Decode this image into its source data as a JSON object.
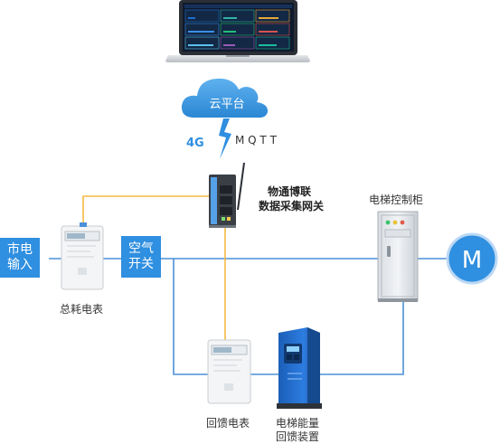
{
  "laptop": {
    "screen_title": "",
    "tiles_count": 9
  },
  "cloud": {
    "label": "云平台"
  },
  "link": {
    "network": "4G",
    "protocol": "M Q T T"
  },
  "gateway": {
    "line1": "物通博联",
    "line2": "数据采集网关"
  },
  "mains_box": {
    "line1": "市电",
    "line2": "输入"
  },
  "breaker_box": {
    "line1": "空气",
    "line2": "开关"
  },
  "total_meter": {
    "label": "总耗电表"
  },
  "feedback_meter": {
    "label": "回馈电表"
  },
  "feedback_device": {
    "line1": "电梯能量",
    "line2": "回馈装置"
  },
  "cabinet": {
    "label": "电梯控制柜"
  },
  "motor": {
    "symbol": "M"
  },
  "colors": {
    "accent_blue": "#2f8fe0",
    "power_line": "#4a90d9",
    "data_line": "#f5a623",
    "cloud": "#3b9be4",
    "motor": "#2f8fe0"
  }
}
